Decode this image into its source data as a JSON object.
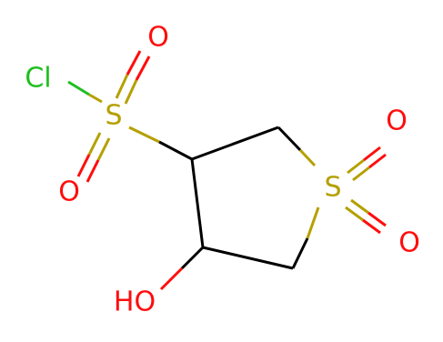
{
  "molecule": {
    "atoms": {
      "cl": {
        "label": "Cl",
        "color": "#1fbf1f"
      },
      "s_sulfonyl": {
        "label": "S",
        "color": "#b4a000"
      },
      "o_top": {
        "label": "O",
        "color": "#ff0d0d"
      },
      "o_bottom": {
        "label": "O",
        "color": "#ff0d0d"
      },
      "s_ring": {
        "label": "S",
        "color": "#b4a000"
      },
      "o_ring_top": {
        "label": "O",
        "color": "#ff0d0d"
      },
      "o_ring_bottom": {
        "label": "O",
        "color": "#ff0d0d"
      },
      "hydroxyl": {
        "label": "HO",
        "color": "#ff0d0d"
      }
    }
  }
}
